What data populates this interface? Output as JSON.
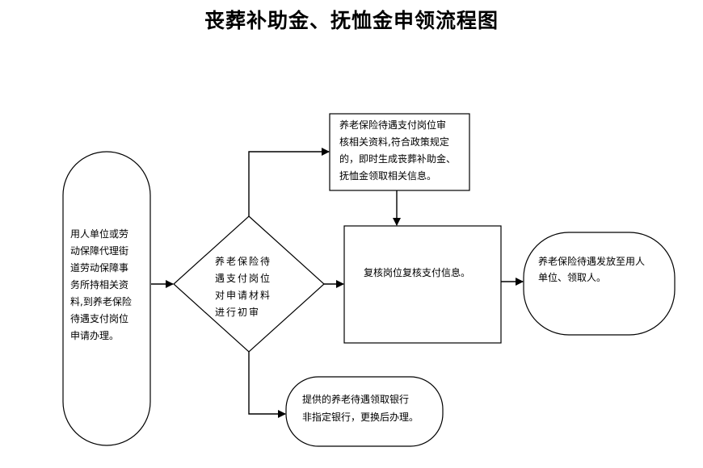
{
  "title": "丧葬补助金、抚恤金申领流程图",
  "nodes": {
    "applicant": [
      "用人单位或劳",
      "动保障代理街",
      "道劳动保障事",
      "务所持相关资",
      "料,到养老保险",
      "待遇支付岗位",
      "申请办理。"
    ],
    "initial_review": [
      "养老保险待",
      "遇支付岗位",
      "对申请材料",
      "进行初审"
    ],
    "audit": [
      "养老保险待遇支付岗位审",
      "核相关资料,符合政策规定",
      "的，即时生成丧葬补助金、",
      "抚恤金领取相关信息。"
    ],
    "recheck": [
      "复核岗位复核支付信息。"
    ],
    "release": [
      "养老保险待遇发放至用人",
      "单位、领取人。"
    ],
    "bank_note": [
      "提供的养老待遇领取银行",
      "非指定银行，更换后办理。"
    ]
  }
}
